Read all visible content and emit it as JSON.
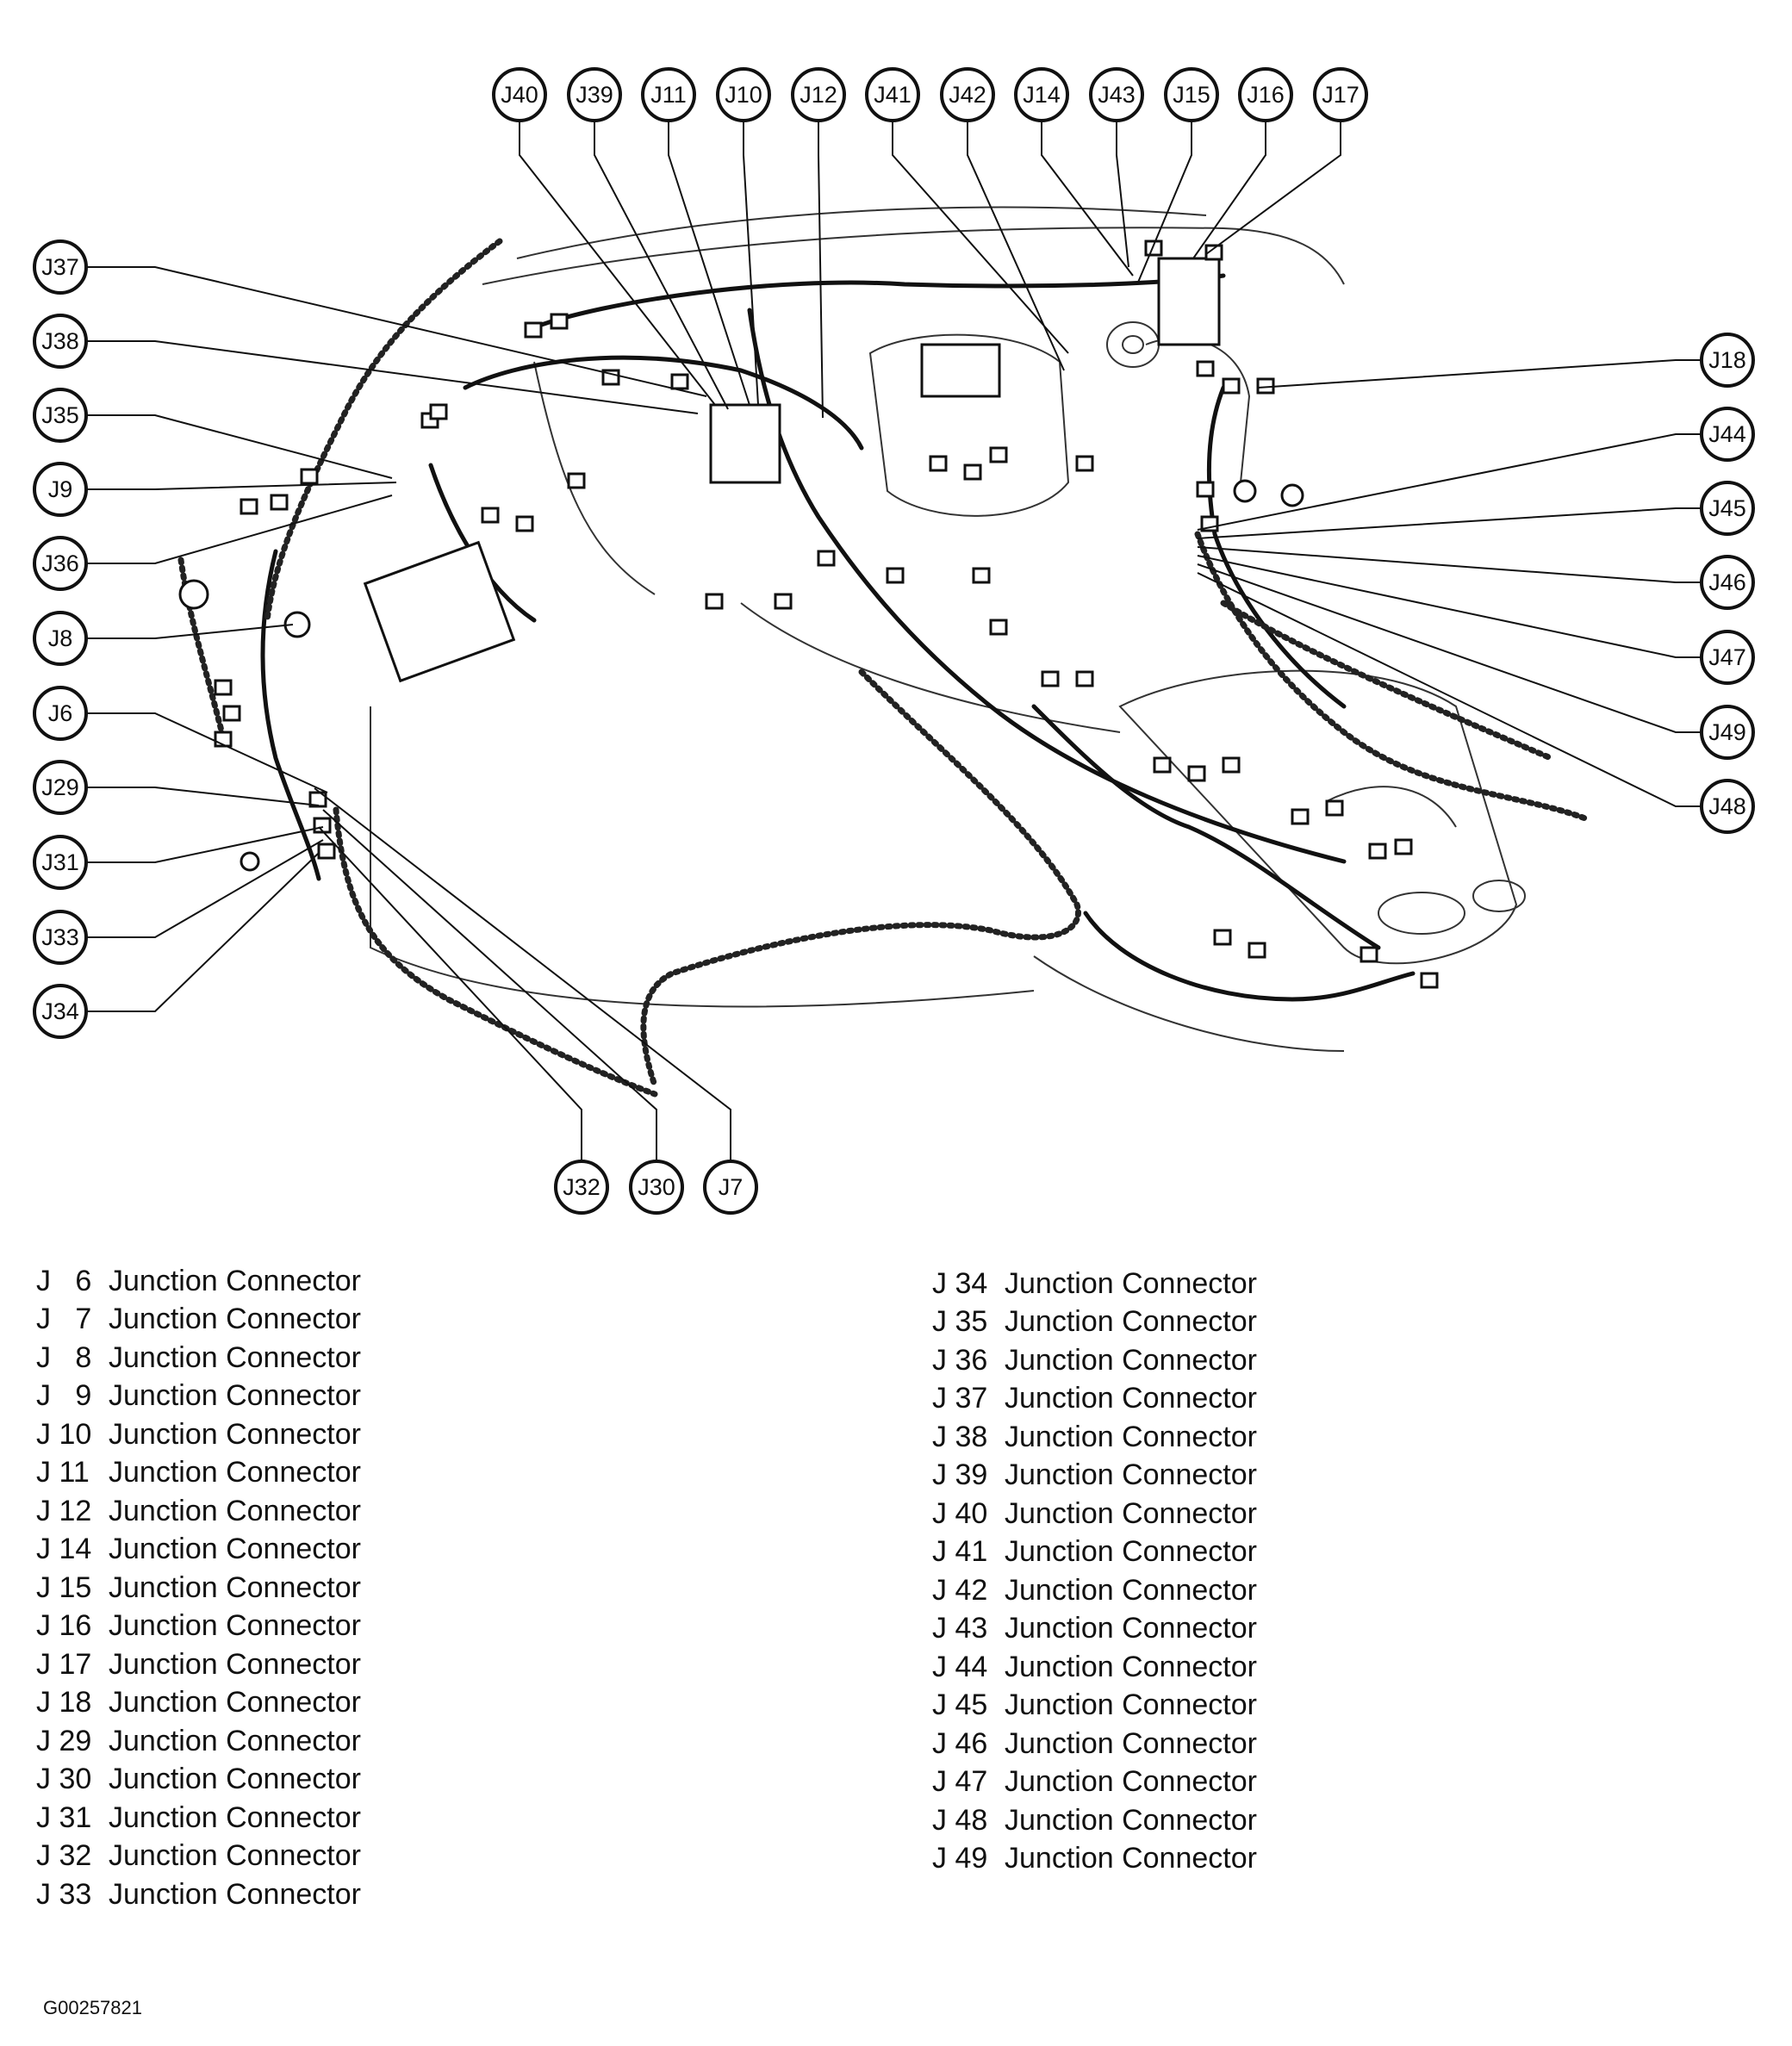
{
  "diagram": {
    "callouts": {
      "top": [
        {
          "id": "J40",
          "label": "J40"
        },
        {
          "id": "J39",
          "label": "J39"
        },
        {
          "id": "J11",
          "label": "J11"
        },
        {
          "id": "J10",
          "label": "J10"
        },
        {
          "id": "J12",
          "label": "J12"
        },
        {
          "id": "J41",
          "label": "J41"
        },
        {
          "id": "J42",
          "label": "J42"
        },
        {
          "id": "J14",
          "label": "J14"
        },
        {
          "id": "J43",
          "label": "J43"
        },
        {
          "id": "J15",
          "label": "J15"
        },
        {
          "id": "J16",
          "label": "J16"
        },
        {
          "id": "J17",
          "label": "J17"
        }
      ],
      "left": [
        {
          "id": "J37",
          "label": "J37"
        },
        {
          "id": "J38",
          "label": "J38"
        },
        {
          "id": "J35",
          "label": "J35"
        },
        {
          "id": "J9",
          "label": "J9"
        },
        {
          "id": "J36",
          "label": "J36"
        },
        {
          "id": "J8",
          "label": "J8"
        },
        {
          "id": "J6",
          "label": "J6"
        },
        {
          "id": "J29",
          "label": "J29"
        },
        {
          "id": "J31",
          "label": "J31"
        },
        {
          "id": "J33",
          "label": "J33"
        },
        {
          "id": "J34",
          "label": "J34"
        }
      ],
      "right": [
        {
          "id": "J18",
          "label": "J18"
        },
        {
          "id": "J44",
          "label": "J44"
        },
        {
          "id": "J45",
          "label": "J45"
        },
        {
          "id": "J46",
          "label": "J46"
        },
        {
          "id": "J47",
          "label": "J47"
        },
        {
          "id": "J49",
          "label": "J49"
        },
        {
          "id": "J48",
          "label": "J48"
        }
      ],
      "bottom": [
        {
          "id": "J32",
          "label": "J32"
        },
        {
          "id": "J30",
          "label": "J30"
        },
        {
          "id": "J7",
          "label": "J7"
        }
      ]
    }
  },
  "legend": {
    "left": [
      {
        "id": "J   6",
        "desc": "Junction Connector"
      },
      {
        "id": "J   7",
        "desc": "Junction Connector"
      },
      {
        "id": "J   8",
        "desc": "Junction Connector"
      },
      {
        "id": "J   9",
        "desc": "Junction Connector"
      },
      {
        "id": "J 10",
        "desc": "Junction Connector"
      },
      {
        "id": "J 11",
        "desc": "Junction Connector"
      },
      {
        "id": "J 12",
        "desc": "Junction Connector"
      },
      {
        "id": "J 14",
        "desc": "Junction Connector"
      },
      {
        "id": "J 15",
        "desc": "Junction Connector"
      },
      {
        "id": "J 16",
        "desc": "Junction Connector"
      },
      {
        "id": "J 17",
        "desc": "Junction Connector"
      },
      {
        "id": "J 18",
        "desc": "Junction Connector"
      },
      {
        "id": "J 29",
        "desc": "Junction Connector"
      },
      {
        "id": "J 30",
        "desc": "Junction Connector"
      },
      {
        "id": "J 31",
        "desc": "Junction Connector"
      },
      {
        "id": "J 32",
        "desc": "Junction Connector"
      },
      {
        "id": "J 33",
        "desc": "Junction Connector"
      }
    ],
    "right": [
      {
        "id": "J 34",
        "desc": "Junction Connector"
      },
      {
        "id": "J 35",
        "desc": "Junction Connector"
      },
      {
        "id": "J 36",
        "desc": "Junction Connector"
      },
      {
        "id": "J 37",
        "desc": "Junction Connector"
      },
      {
        "id": "J 38",
        "desc": "Junction Connector"
      },
      {
        "id": "J 39",
        "desc": "Junction Connector"
      },
      {
        "id": "J 40",
        "desc": "Junction Connector"
      },
      {
        "id": "J 41",
        "desc": "Junction Connector"
      },
      {
        "id": "J 42",
        "desc": "Junction Connector"
      },
      {
        "id": "J 43",
        "desc": "Junction Connector"
      },
      {
        "id": "J 44",
        "desc": "Junction Connector"
      },
      {
        "id": "J 45",
        "desc": "Junction Connector"
      },
      {
        "id": "J 46",
        "desc": "Junction Connector"
      },
      {
        "id": "J 47",
        "desc": "Junction Connector"
      },
      {
        "id": "J 48",
        "desc": "Junction Connector"
      },
      {
        "id": "J 49",
        "desc": "Junction Connector"
      }
    ]
  },
  "figure_id": "G00257821"
}
